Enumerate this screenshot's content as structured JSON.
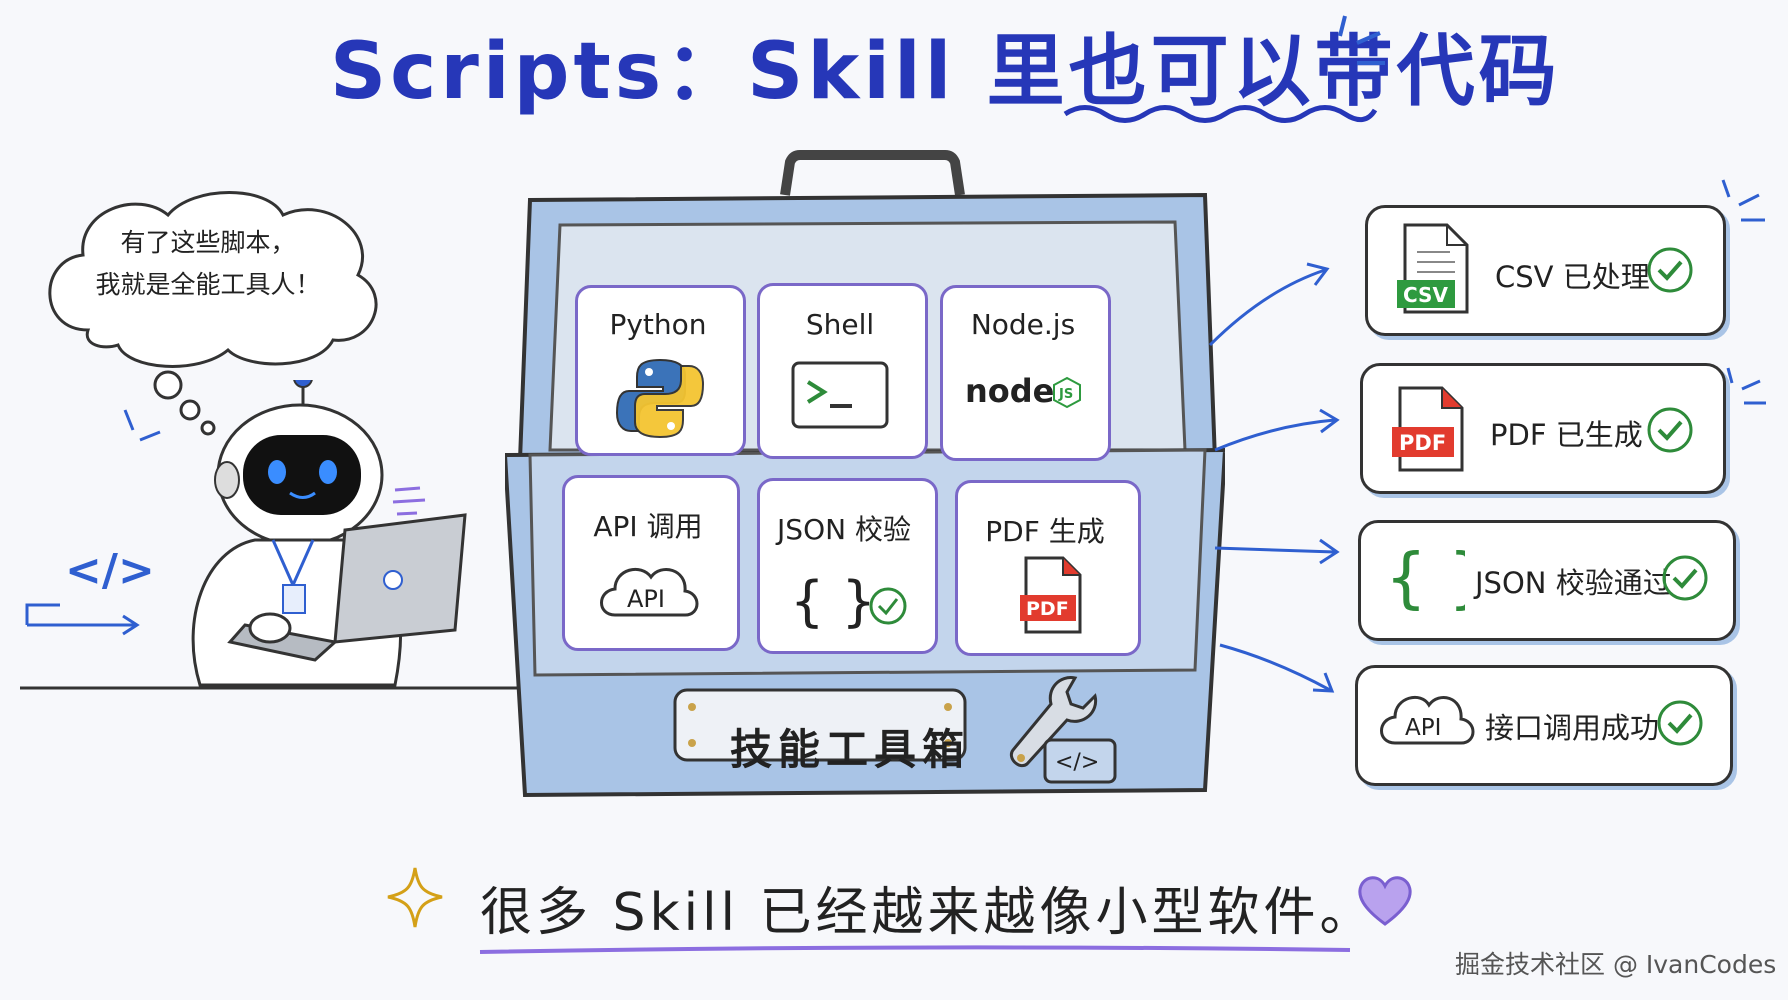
{
  "title": "Scripts：Skill 里也可以带代码",
  "thought_bubble": {
    "line1": "有了这些脚本，",
    "line2": "我就是全能工具人！"
  },
  "toolbox": {
    "label": "技能工具箱",
    "top_cards": [
      {
        "label": "Python",
        "icon": "python-logo-icon"
      },
      {
        "label": "Shell",
        "icon": "terminal-icon"
      },
      {
        "label": "Node.js",
        "icon": "nodejs-logo-icon"
      }
    ],
    "bottom_cards": [
      {
        "label": "API 调用",
        "icon": "cloud-api-icon",
        "icon_text": "API"
      },
      {
        "label": "JSON 校验",
        "icon": "json-braces-check-icon"
      },
      {
        "label": "PDF 生成",
        "icon": "pdf-file-icon",
        "icon_text": "PDF"
      }
    ],
    "code_tag": "</>"
  },
  "results": [
    {
      "text": "CSV 已处理",
      "icon": "csv-file-icon",
      "icon_text": "CSV"
    },
    {
      "text": "PDF 已生成",
      "icon": "pdf-file-icon",
      "icon_text": "PDF"
    },
    {
      "text": "JSON 校验通过",
      "icon": "json-braces-icon"
    },
    {
      "text": "接口调用成功",
      "icon": "cloud-api-icon",
      "icon_text": "API"
    }
  ],
  "code_symbol": "</>",
  "bottom_note": "很多 Skill 已经越来越像小型软件。",
  "watermark": "掘金技术社区 @ IvanCodes",
  "colors": {
    "title": "#2637b8",
    "toolbox": "#a9c4e6",
    "accent_blue": "#2f5fd0",
    "check_green": "#2e8b3a",
    "pdf_red": "#e23b2e",
    "csv_green": "#2e9a3f",
    "purple": "#8c6ee0"
  }
}
